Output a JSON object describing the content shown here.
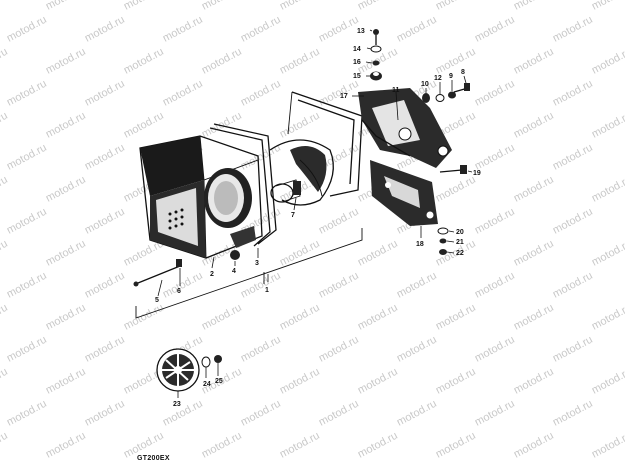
{
  "watermark": {
    "text": "motod.ru"
  },
  "diagram_code": "GT200EX",
  "parts": [
    {
      "id": "p1",
      "label": "1"
    },
    {
      "id": "p2",
      "label": "2"
    },
    {
      "id": "p3",
      "label": "3"
    },
    {
      "id": "p4",
      "label": "4"
    },
    {
      "id": "p5",
      "label": "5"
    },
    {
      "id": "p6",
      "label": "6"
    },
    {
      "id": "p7",
      "label": "7"
    },
    {
      "id": "p8",
      "label": "8"
    },
    {
      "id": "p9",
      "label": "9"
    },
    {
      "id": "p10",
      "label": "10"
    },
    {
      "id": "p11",
      "label": "11"
    },
    {
      "id": "p12",
      "label": "12"
    },
    {
      "id": "p13",
      "label": "13"
    },
    {
      "id": "p14",
      "label": "14"
    },
    {
      "id": "p15",
      "label": "15"
    },
    {
      "id": "p16",
      "label": "16"
    },
    {
      "id": "p17",
      "label": "17"
    },
    {
      "id": "p18",
      "label": "18"
    },
    {
      "id": "p19",
      "label": "19"
    },
    {
      "id": "p20",
      "label": "20"
    },
    {
      "id": "p21",
      "label": "21"
    },
    {
      "id": "p22",
      "label": "22"
    },
    {
      "id": "p23",
      "label": "23"
    },
    {
      "id": "p24",
      "label": "24"
    },
    {
      "id": "p25",
      "label": "25"
    }
  ]
}
